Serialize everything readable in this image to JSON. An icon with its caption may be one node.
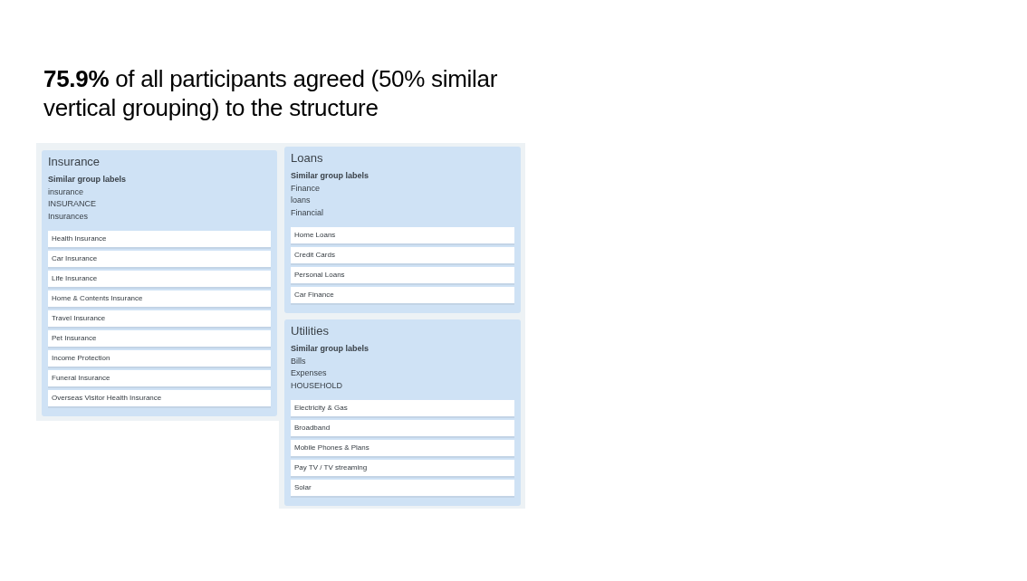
{
  "diagram": {
    "title": "**75.9%** of all participants agreed (50% similar vertical grouping) to the structure",
    "nodes": [
      {
        "text": [
          "Insurance",
          "Similar group labels",
          "insurance",
          "INSURANCE",
          "Insurances"
        ]
      },
      {
        "text": [
          "Health Insurance"
        ],
        "in": 0
      },
      {
        "text": [
          "Car Insurance"
        ],
        "in": 0
      },
      {
        "text": [
          "Life Insurance"
        ],
        "in": 0
      },
      {
        "text": [
          "Home & Contents Insurance"
        ],
        "in": 0
      },
      {
        "text": [
          "Travel Insurance"
        ],
        "in": 0
      },
      {
        "text": [
          "Pet Insurance"
        ],
        "in": 0
      },
      {
        "text": [
          "Income Protection"
        ],
        "in": 0
      },
      {
        "text": [
          "Funeral Insurance"
        ],
        "in": 0
      },
      {
        "text": [
          "Overseas Visitor Health Insurance"
        ],
        "in": 0
      },
      {
        "text": [
          "Loans",
          "Similar group labels",
          "Finance",
          "loans",
          "Financial"
        ]
      },
      {
        "text": [
          "Home Loans"
        ],
        "in": 10
      },
      {
        "text": [
          "Credit Cards"
        ],
        "in": 10
      },
      {
        "text": [
          "Personal Loans"
        ],
        "in": 10
      },
      {
        "text": [
          "Car Finance"
        ],
        "in": 10
      },
      {
        "text": [
          "Utilities",
          "Similar group labels",
          "Bills",
          "Expenses",
          "HOUSEHOLD"
        ]
      },
      {
        "text": [
          "Electricity & Gas"
        ],
        "in": 15
      },
      {
        "text": [
          "Broadband"
        ],
        "in": 15
      },
      {
        "text": [
          "Mobile Phones & Plans"
        ],
        "in": 15
      },
      {
        "text": [
          "Pay TV / TV streaming"
        ],
        "in": 15
      },
      {
        "text": [
          "Solar"
        ],
        "in": 15
      }
    ]
  }
}
